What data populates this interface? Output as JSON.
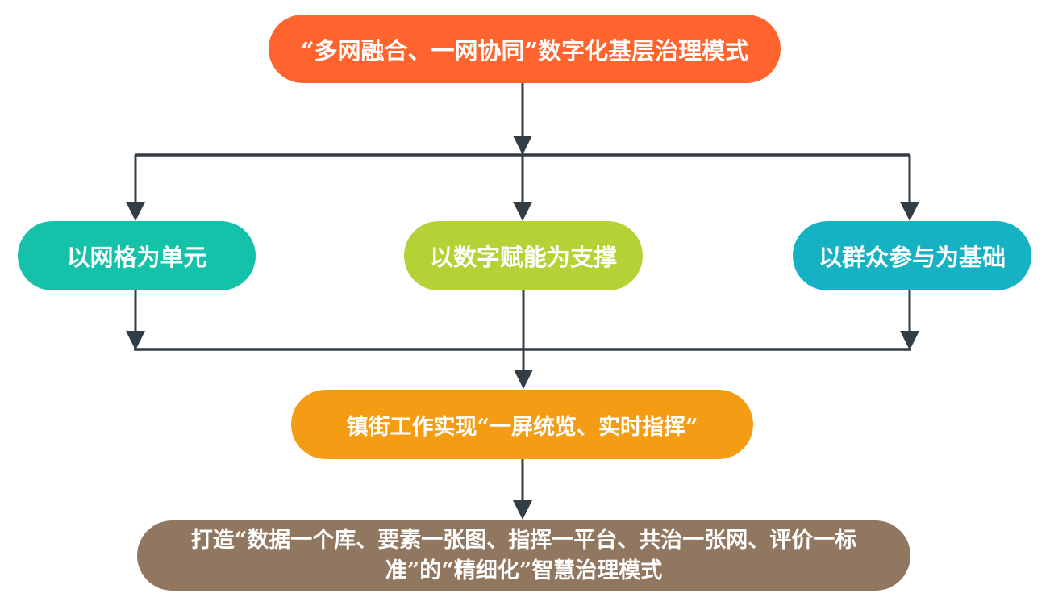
{
  "title": "“多网融合、一网协同”数字化基层治理模式",
  "pillars": [
    "以网格为单元",
    "以数字赋能为支撑",
    "以群众参与为基础"
  ],
  "outcome": "镇街工作实现“一屏统览、实时指挥”",
  "result": "打造“数据一个库、要素一张图、指挥一平台、共治一张网、评价一标准”的“精细化”智慧治理模式",
  "colors": {
    "title": "#FF642E",
    "pillar1": "#14C1A9",
    "pillar2": "#B2D236",
    "pillar3": "#16B2C3",
    "outcome": "#F39C14",
    "result": "#927760",
    "connector": "#333D45"
  }
}
